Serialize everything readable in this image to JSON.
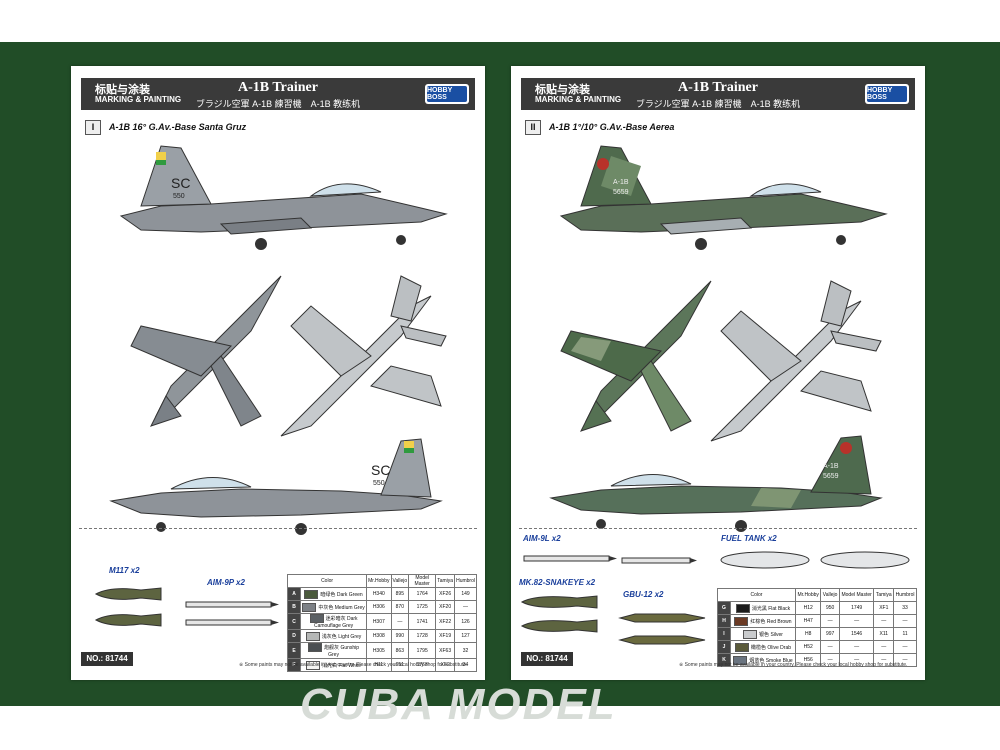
{
  "sheet1": {
    "header": {
      "zh": "标贴与涂装",
      "en": "MARKING & PAINTING",
      "title": "A-1B Trainer",
      "subtitle": "ブラジル空軍 A-1B 練習機　A-1B 教练机",
      "logo": "HOBBY BOSS"
    },
    "section": {
      "number": "I",
      "title": "A-1B 16° G.Av.-Base Santa Gruz"
    },
    "tail_code": "SC",
    "tail_number": "550",
    "weapons": [
      {
        "label": "M117 x2"
      },
      {
        "label": "AIM-9P x2"
      }
    ],
    "footer": "NO.: 81744",
    "note": "※ Some paints may not be available in your country. Please check your local hobby shop for substitute.",
    "paint_table": {
      "headers": [
        "Color",
        "Mr.Hobby",
        "Vallejo",
        "Model Master",
        "Tamiya",
        "Humbrol"
      ],
      "rows": [
        {
          "key": "A",
          "name": "Dark Green",
          "zh": "暗绿色",
          "color": "#4a5a3c",
          "mrhobby": "H340",
          "vallejo": "895",
          "mm": "1764",
          "tamiya": "XF26",
          "humbrol": "149"
        },
        {
          "key": "B",
          "name": "Medium Grey",
          "zh": "中灰色",
          "color": "#7d8186",
          "mrhobby": "H306",
          "vallejo": "870",
          "mm": "1725",
          "tamiya": "XF20",
          "humbrol": "—"
        },
        {
          "key": "C",
          "name": "Dark Camouflage Grey",
          "zh": "迷彩暗灰",
          "color": "#5b6064",
          "mrhobby": "H307",
          "vallejo": "—",
          "mm": "1741",
          "tamiya": "XF22",
          "humbrol": "126"
        },
        {
          "key": "D",
          "name": "Light Grey",
          "zh": "浅灰色",
          "color": "#b5b7b6",
          "mrhobby": "H308",
          "vallejo": "990",
          "mm": "1728",
          "tamiya": "XF19",
          "humbrol": "127"
        },
        {
          "key": "E",
          "name": "Gunship Grey",
          "zh": "炮舰灰",
          "color": "#4b4f52",
          "mrhobby": "H305",
          "vallejo": "863",
          "mm": "1795",
          "tamiya": "XF63",
          "humbrol": "32"
        },
        {
          "key": "F",
          "name": "Flat White",
          "zh": "消光白",
          "color": "#f4f4f2",
          "mrhobby": "H11",
          "vallejo": "951",
          "mm": "1768",
          "tamiya": "XF2",
          "humbrol": "34"
        }
      ]
    }
  },
  "sheet2": {
    "header": {
      "zh": "标贴与涂装",
      "en": "MARKING & PAINTING",
      "title": "A-1B Trainer",
      "subtitle": "ブラジル空軍 A-1B 練習機　A-1B 教练机",
      "logo": "HOBBY BOSS"
    },
    "section": {
      "number": "II",
      "title": "A-1B 1°/10° G.Av.-Base Aerea"
    },
    "tail_code": "A-1B",
    "tail_number": "5659",
    "weapons": [
      {
        "label": "AIM-9L x2"
      },
      {
        "label": "FUEL TANK x2"
      },
      {
        "label": "MK.82-SNAKEYE x2"
      },
      {
        "label": "GBU-12 x2"
      }
    ],
    "footer": "NO.: 81744",
    "note": "※ Some paints may not be available in your country. Please check your local hobby shop for substitute.",
    "paint_table": {
      "headers": [
        "Color",
        "Mr.Hobby",
        "Vallejo",
        "Model Master",
        "Tamiya",
        "Humbrol"
      ],
      "rows": [
        {
          "key": "G",
          "name": "Flat Black",
          "zh": "消光黑",
          "color": "#1b1b1b",
          "mrhobby": "H12",
          "vallejo": "950",
          "mm": "1749",
          "tamiya": "XF1",
          "humbrol": "33"
        },
        {
          "key": "H",
          "name": "Red Brown",
          "zh": "红棕色",
          "color": "#6b3a24",
          "mrhobby": "H47",
          "vallejo": "—",
          "mm": "—",
          "tamiya": "—",
          "humbrol": "—"
        },
        {
          "key": "I",
          "name": "Silver",
          "zh": "银色",
          "color": "#c9cbcd",
          "mrhobby": "H8",
          "vallejo": "997",
          "mm": "1546",
          "tamiya": "X11",
          "humbrol": "11"
        },
        {
          "key": "J",
          "name": "Olive Drab",
          "zh": "橄榄色",
          "color": "#5a5a3a",
          "mrhobby": "H52",
          "vallejo": "—",
          "mm": "—",
          "tamiya": "—",
          "humbrol": "—"
        },
        {
          "key": "K",
          "name": "Smoke Blue",
          "zh": "烟蓝色",
          "color": "#6a7480",
          "mrhobby": "H56",
          "vallejo": "—",
          "mm": "—",
          "tamiya": "—",
          "humbrol": "—"
        }
      ]
    }
  },
  "watermark": "CUBA MODEL"
}
